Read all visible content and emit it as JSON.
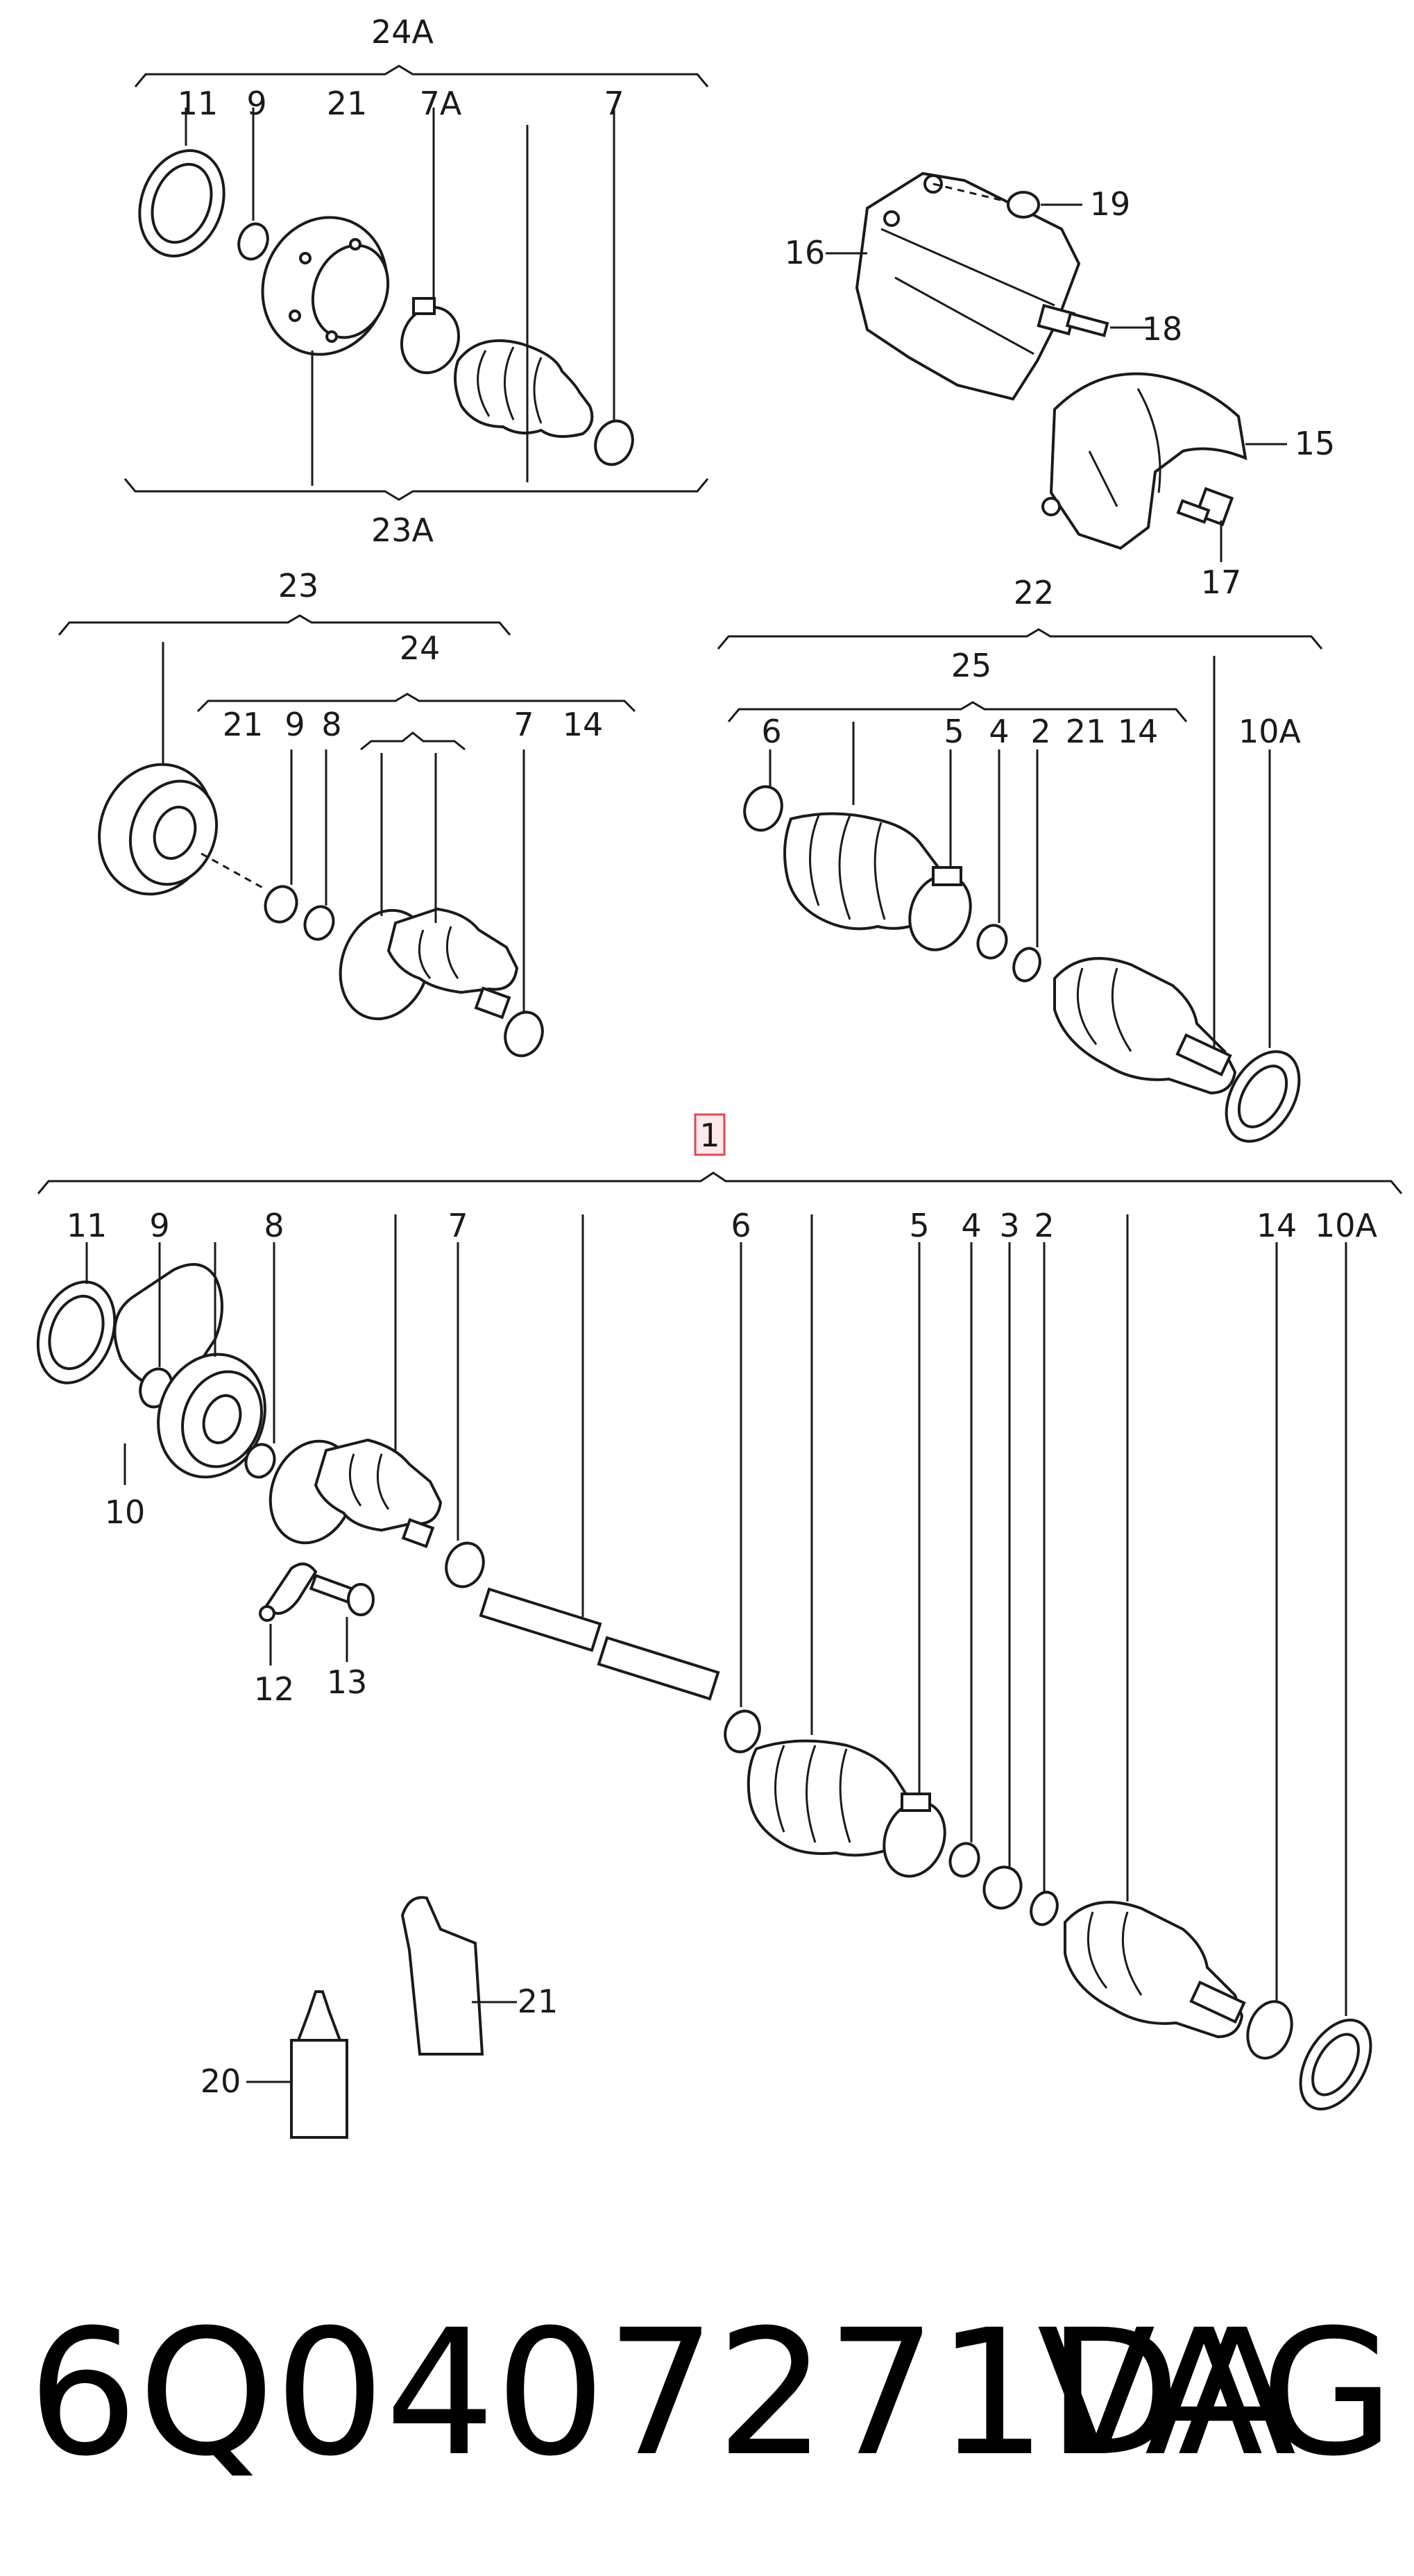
{
  "labels": {
    "g24A": "24A",
    "g23A": "23A",
    "g23": "23",
    "g24": "24",
    "g22": "22",
    "g25": "25",
    "g1": "1",
    "t11": "11",
    "t9": "9",
    "t21": "21",
    "t7A": "7A",
    "t7": "7",
    "t19": "19",
    "t16": "16",
    "t18": "18",
    "t15": "15",
    "t17": "17",
    "m21": "21",
    "m9": "9",
    "m8": "8",
    "m7": "7",
    "m14": "14",
    "r6": "6",
    "r5": "5",
    "r4": "4",
    "r2": "2",
    "r21": "21",
    "r14": "14",
    "r10A": "10A",
    "b11": "11",
    "b9": "9",
    "b8": "8",
    "b7": "7",
    "b6": "6",
    "b5": "5",
    "b4": "4",
    "b3": "3",
    "b2": "2",
    "b14": "14",
    "b10A": "10A",
    "b10": "10",
    "b12": "12",
    "b13": "13",
    "b21": "21",
    "b20": "20"
  },
  "footer": {
    "part_number": "6Q0407271DA",
    "brand": "VAG"
  }
}
